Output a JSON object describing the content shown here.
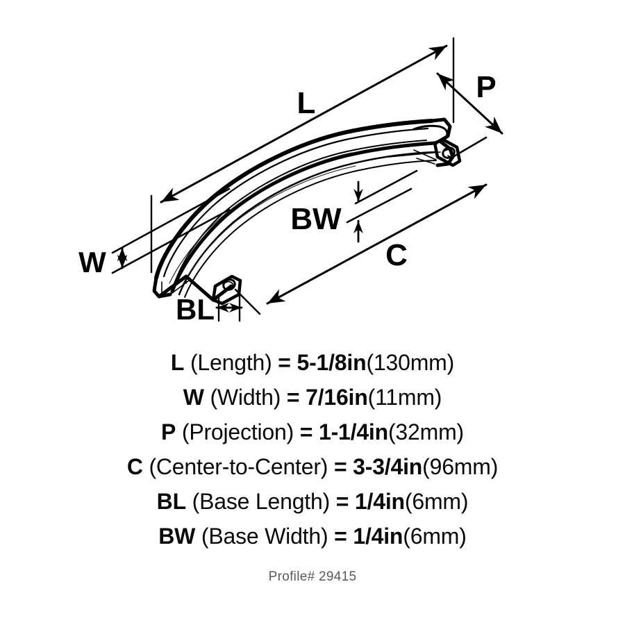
{
  "product": {
    "type": "cabinet-pull-dimension-diagram",
    "profile_label": "Profile# 29415"
  },
  "diagram": {
    "labels": {
      "length": "L",
      "width": "W",
      "projection": "P",
      "center_to_center": "C",
      "base_length": "BL",
      "base_width": "BW"
    },
    "icon_names": {
      "handle": "arched-cup-pull-illustration",
      "length_dimension": "length-dimension-arrow",
      "width_dimension": "width-dimension-arrow",
      "projection_dimension": "projection-dimension-arrow",
      "center_dimension": "center-to-center-dimension-arrow",
      "base_length_dimension": "base-length-dimension-arrow",
      "base_width_dimension": "base-width-dimension-arrow"
    },
    "stroke_color": "#000000",
    "background_color": "#ffffff"
  },
  "specs": [
    {
      "symbol": "L",
      "name": "(Length)",
      "equals": "=",
      "value": "5-1/8in",
      "metric": "(130mm)"
    },
    {
      "symbol": "W",
      "name": "(Width)",
      "equals": "=",
      "value": "7/16in",
      "metric": "(11mm)"
    },
    {
      "symbol": "P",
      "name": "(Projection)",
      "equals": "=",
      "value": "1-1/4in",
      "metric": "(32mm)"
    },
    {
      "symbol": "C",
      "name": "(Center-to-Center)",
      "equals": "=",
      "value": "3-3/4in",
      "metric": "(96mm)"
    },
    {
      "symbol": "BL",
      "name": "(Base Length)",
      "equals": "=",
      "value": "1/4in",
      "metric": "(6mm)"
    },
    {
      "symbol": "BW",
      "name": "(Base Width)",
      "equals": "=",
      "value": "1/4in",
      "metric": "(6mm)"
    }
  ]
}
